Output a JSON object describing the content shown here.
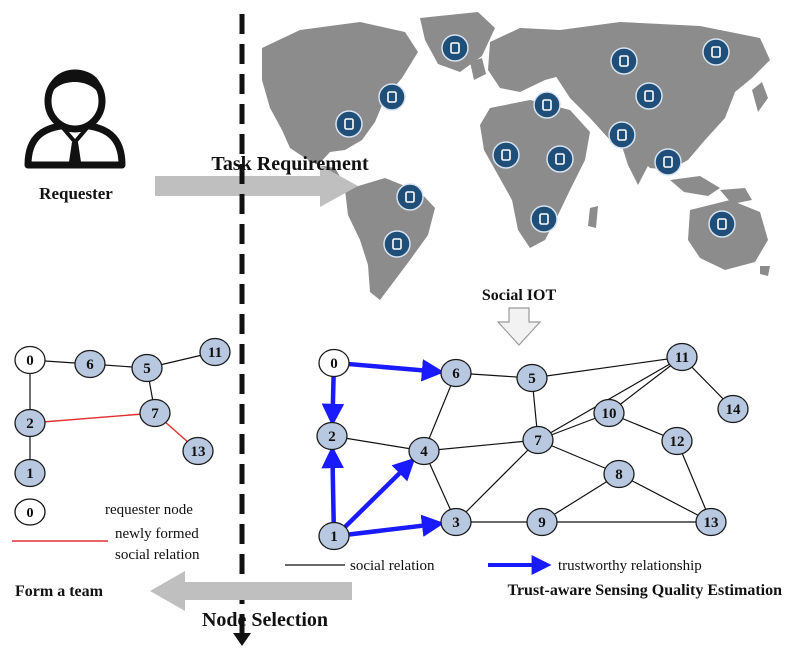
{
  "labels": {
    "requester": "Requester",
    "task_requirement": "Task  Requirement",
    "social_iot": "Social IOT",
    "form_team": "Form a team",
    "node_selection": "Node  Selection",
    "trust_estimation": "Trust-aware Sensing Quality Estimation"
  },
  "left_legend": {
    "requester_node_symbol": "0",
    "requester_node_label": "requester node",
    "new_relation_line1": "newly formed",
    "new_relation_line2": "social relation"
  },
  "right_legend": {
    "social_relation": "social relation",
    "trustworthy": "trustworthy  relationship"
  },
  "colors": {
    "node_fill": "#b8c8e0",
    "requester_fill": "#ffffff",
    "node_stroke": "#1a1a1a",
    "trust_edge": "#1a1aff",
    "new_relation": "#e23030",
    "map_land": "#8c8c8c",
    "icon_fill": "#1f4e79",
    "gray_arrow": "#bfbfbf"
  },
  "map_icons": [
    "gear-icon",
    "location-pin-icon",
    "tablet-icon",
    "thermometer-icon",
    "wifi-tower-icon",
    "camera-icon",
    "monitor-icon",
    "tv-icon",
    "headphones-icon",
    "compass-icon",
    "microphone-icon",
    "calculator-icon",
    "bar-chart-icon",
    "projector-icon",
    "phone-icon"
  ],
  "left_graph": {
    "nodes": [
      "0",
      "6",
      "5",
      "11",
      "2",
      "7",
      "13",
      "1"
    ],
    "edges": [
      [
        "0",
        "6"
      ],
      [
        "6",
        "5"
      ],
      [
        "5",
        "11"
      ],
      [
        "0",
        "2"
      ],
      [
        "5",
        "7"
      ],
      [
        "2",
        "1"
      ]
    ],
    "new_edges": [
      [
        "2",
        "7"
      ],
      [
        "7",
        "13"
      ]
    ]
  },
  "right_graph": {
    "nodes": [
      "0",
      "6",
      "5",
      "11",
      "14",
      "10",
      "12",
      "2",
      "4",
      "7",
      "8",
      "1",
      "3",
      "9",
      "13"
    ],
    "edges": [
      [
        "6",
        "5"
      ],
      [
        "5",
        "11"
      ],
      [
        "11",
        "14"
      ],
      [
        "11",
        "10"
      ],
      [
        "10",
        "12"
      ],
      [
        "12",
        "13"
      ],
      [
        "6",
        "4"
      ],
      [
        "2",
        "4"
      ],
      [
        "4",
        "7"
      ],
      [
        "5",
        "7"
      ],
      [
        "7",
        "10"
      ],
      [
        "7",
        "8"
      ],
      [
        "8",
        "13"
      ],
      [
        "8",
        "9"
      ],
      [
        "4",
        "3"
      ],
      [
        "3",
        "9"
      ],
      [
        "9",
        "13"
      ],
      [
        "1",
        "2"
      ],
      [
        "7",
        "3"
      ],
      [
        "7",
        "11"
      ]
    ],
    "trust_edges": [
      [
        "0",
        "6"
      ],
      [
        "0",
        "2"
      ],
      [
        "1",
        "2"
      ],
      [
        "1",
        "4"
      ],
      [
        "1",
        "3"
      ]
    ]
  }
}
